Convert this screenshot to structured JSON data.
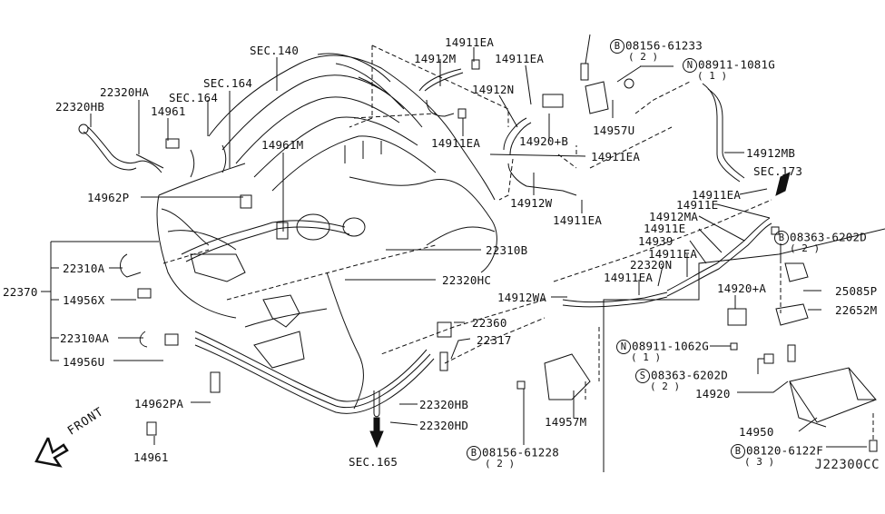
{
  "diagram": {
    "title": "Engine Control Vacuum Piping / EVAP Canister",
    "drawing_code": "J22300CC",
    "orientation_label": "FRONT",
    "section_refs": [
      {
        "id": "sec140",
        "text": "SEC.140"
      },
      {
        "id": "sec164a",
        "text": "SEC.164"
      },
      {
        "id": "sec164b",
        "text": "SEC.164"
      },
      {
        "id": "sec173",
        "text": "SEC.173"
      },
      {
        "id": "sec165",
        "text": "SEC.165"
      }
    ],
    "labels": {
      "p22320HB_top": "22320HB",
      "p22320HA": "22320HA",
      "p14961_top": "14961",
      "p14961M": "14961M",
      "p14962P": "14962P",
      "p22370": "22370",
      "p22310A": "22310A",
      "p14956X": "14956X",
      "p22310AA": "22310AA",
      "p14956U": "14956U",
      "p14962PA": "14962PA",
      "p14961_bot": "14961",
      "p14912M": "14912M",
      "p14911EA_1": "14911EA",
      "p14911EA_2": "14911EA",
      "p14911EA_3": "14911EA",
      "p14912N": "14912N",
      "p14920B": "14920+B",
      "p14957U": "14957U",
      "p14911EA_4": "14911EA",
      "p14912W": "14912W",
      "p14911EA_5": "14911EA",
      "p14912MB": "14912MB",
      "p22310B": "22310B",
      "p22320HC": "22320HC",
      "p14911EA_6": "14911EA",
      "p14911E_1": "14911E",
      "p14912MA": "14912MA",
      "p14911E_2": "14911E",
      "p14939": "14939",
      "p14911EA_7": "14911EA",
      "p22320N": "22320N",
      "p14911EA_8": "14911EA",
      "p14912WA": "14912WA",
      "p22360": "22360",
      "p22317": "22317",
      "p22320HB_bot": "22320HB",
      "p22320HD": "22320HD",
      "p14957M": "14957M",
      "p14920A": "14920+A",
      "p25085P": "25085P",
      "p22652M": "22652M",
      "p14920": "14920",
      "p14950": "14950"
    },
    "fasteners": [
      {
        "id": "b08156_61233",
        "prefix": "B",
        "part": "08156-61233",
        "qty": "( 2 )"
      },
      {
        "id": "n08911_1081G",
        "prefix": "N",
        "part": "08911-1081G",
        "qty": "( 1 )"
      },
      {
        "id": "b08363_6202D",
        "prefix": "B",
        "part": "08363-6202D",
        "qty": "( 2 )"
      },
      {
        "id": "n08911_1062G",
        "prefix": "N",
        "part": "08911-1062G",
        "qty": "( 1 )"
      },
      {
        "id": "s08363_6202D",
        "prefix": "S",
        "part": "08363-6202D",
        "qty": "( 2 )"
      },
      {
        "id": "b08156_61228",
        "prefix": "B",
        "part": "08156-61228",
        "qty": "( 2 )"
      },
      {
        "id": "b08120_6122F",
        "prefix": "B",
        "part": "08120-6122F",
        "qty": "( 3 )"
      }
    ]
  }
}
